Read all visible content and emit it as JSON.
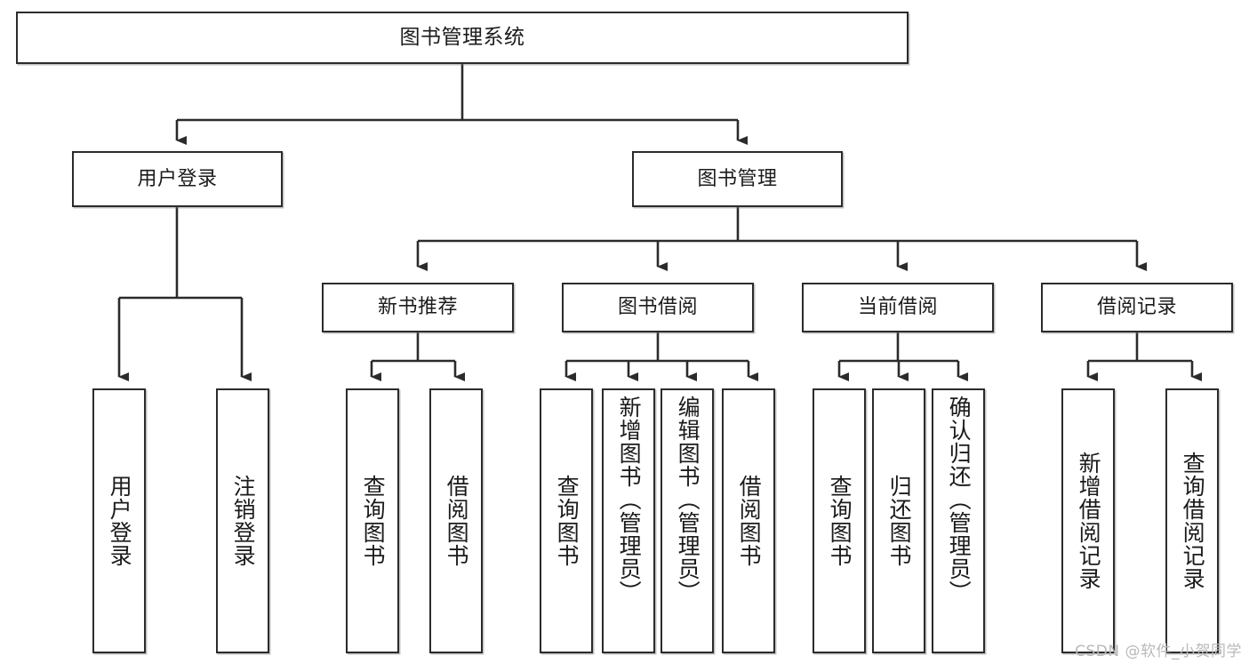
{
  "diagram": {
    "title": "图书管理系统",
    "watermark": "CSDN @软件_小贺同学",
    "colors": {
      "box_border": "#2b2b2b",
      "box_fill": "#ffffff",
      "line": "#2b2b2b",
      "watermark": "#b9b9b9",
      "background": "#ffffff"
    },
    "root": {
      "label": "图书管理系统"
    },
    "level2": [
      {
        "label": "用户登录"
      },
      {
        "label": "图书管理"
      }
    ],
    "level3": [
      {
        "label": "新书推荐"
      },
      {
        "label": "图书借阅"
      },
      {
        "label": "当前借阅"
      },
      {
        "label": "借阅记录"
      }
    ],
    "leaves": {
      "user_login": [
        {
          "label": "用户登录"
        },
        {
          "label": "注销登录"
        }
      ],
      "new_book_recommend": [
        {
          "label": "查询图书"
        },
        {
          "label": "借阅图书"
        }
      ],
      "book_borrow": [
        {
          "label": "查询图书"
        },
        {
          "label": "新增图书（管理员）"
        },
        {
          "label": "编辑图书（管理员）"
        },
        {
          "label": "借阅图书"
        }
      ],
      "current_borrow": [
        {
          "label": "查询图书"
        },
        {
          "label": "归还图书"
        },
        {
          "label": "确认归还（管理员）"
        }
      ],
      "borrow_records": [
        {
          "label": "新增借阅记录"
        },
        {
          "label": "查询借阅记录"
        }
      ]
    }
  }
}
